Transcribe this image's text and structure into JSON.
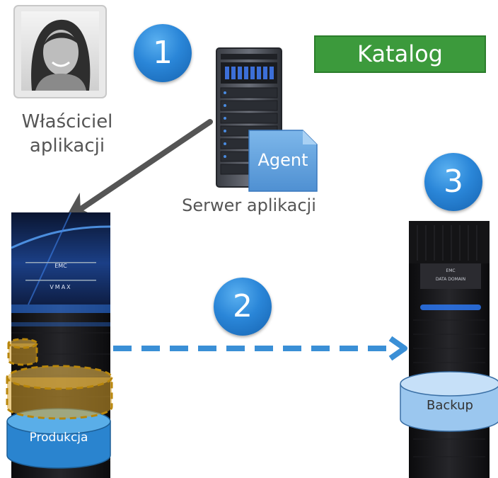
{
  "owner": {
    "label_line1": "Właściciel",
    "label_line2": "aplikacji"
  },
  "server": {
    "label": "Serwer aplikacji",
    "agent_label": "Agent"
  },
  "catalog": {
    "label": "Katalog",
    "color": "#3c9a3c"
  },
  "steps": [
    {
      "number": "1"
    },
    {
      "number": "2"
    },
    {
      "number": "3"
    }
  ],
  "production_storage": {
    "label": "Produkcja"
  },
  "backup_storage": {
    "label": "Backup"
  },
  "colors": {
    "step_badge": "#2a86d8",
    "dashed_arrow": "#3a8fd6",
    "solid_arrow": "#555555",
    "snapshot": "#d9a22a"
  }
}
